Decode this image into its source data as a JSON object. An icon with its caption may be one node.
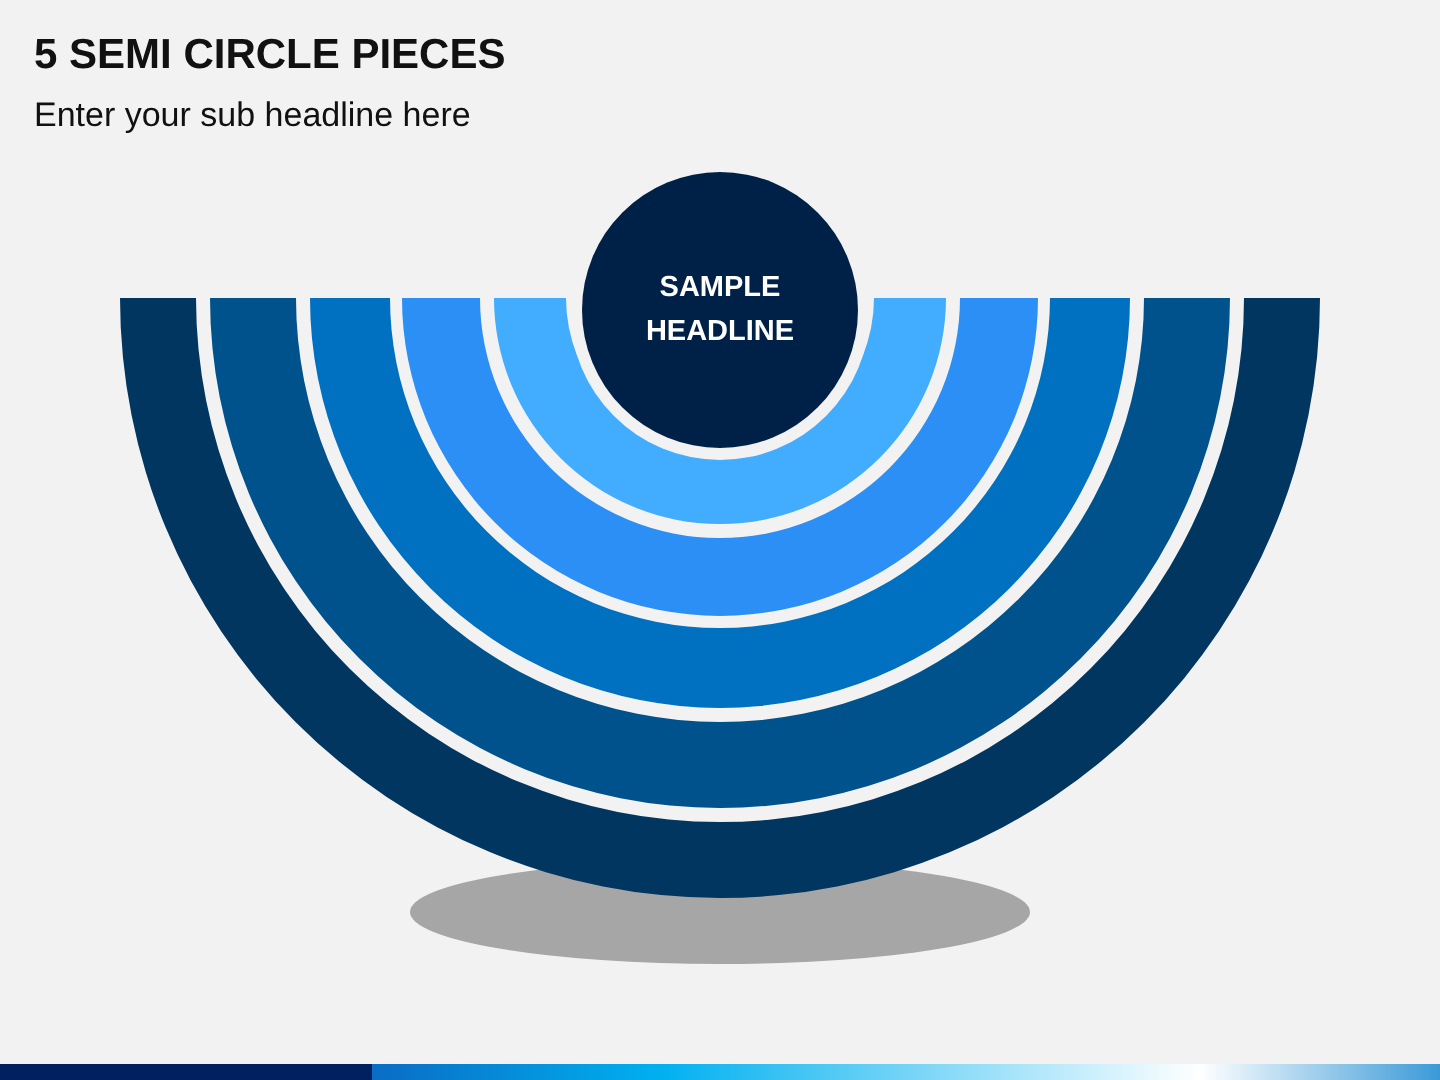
{
  "diagram": {
    "title": "5 SEMI CIRCLE PIECES",
    "caption": "Enter your sub headline here",
    "nodes": [
      {
        "text": [
          "SAMPLE HEADLINE"
        ]
      },
      {
        "text": [],
        "shape": "arc"
      },
      {
        "text": [],
        "shape": "arc"
      },
      {
        "text": [],
        "shape": "arc"
      },
      {
        "text": [],
        "shape": "arc"
      },
      {
        "text": [],
        "shape": "arc"
      }
    ]
  }
}
